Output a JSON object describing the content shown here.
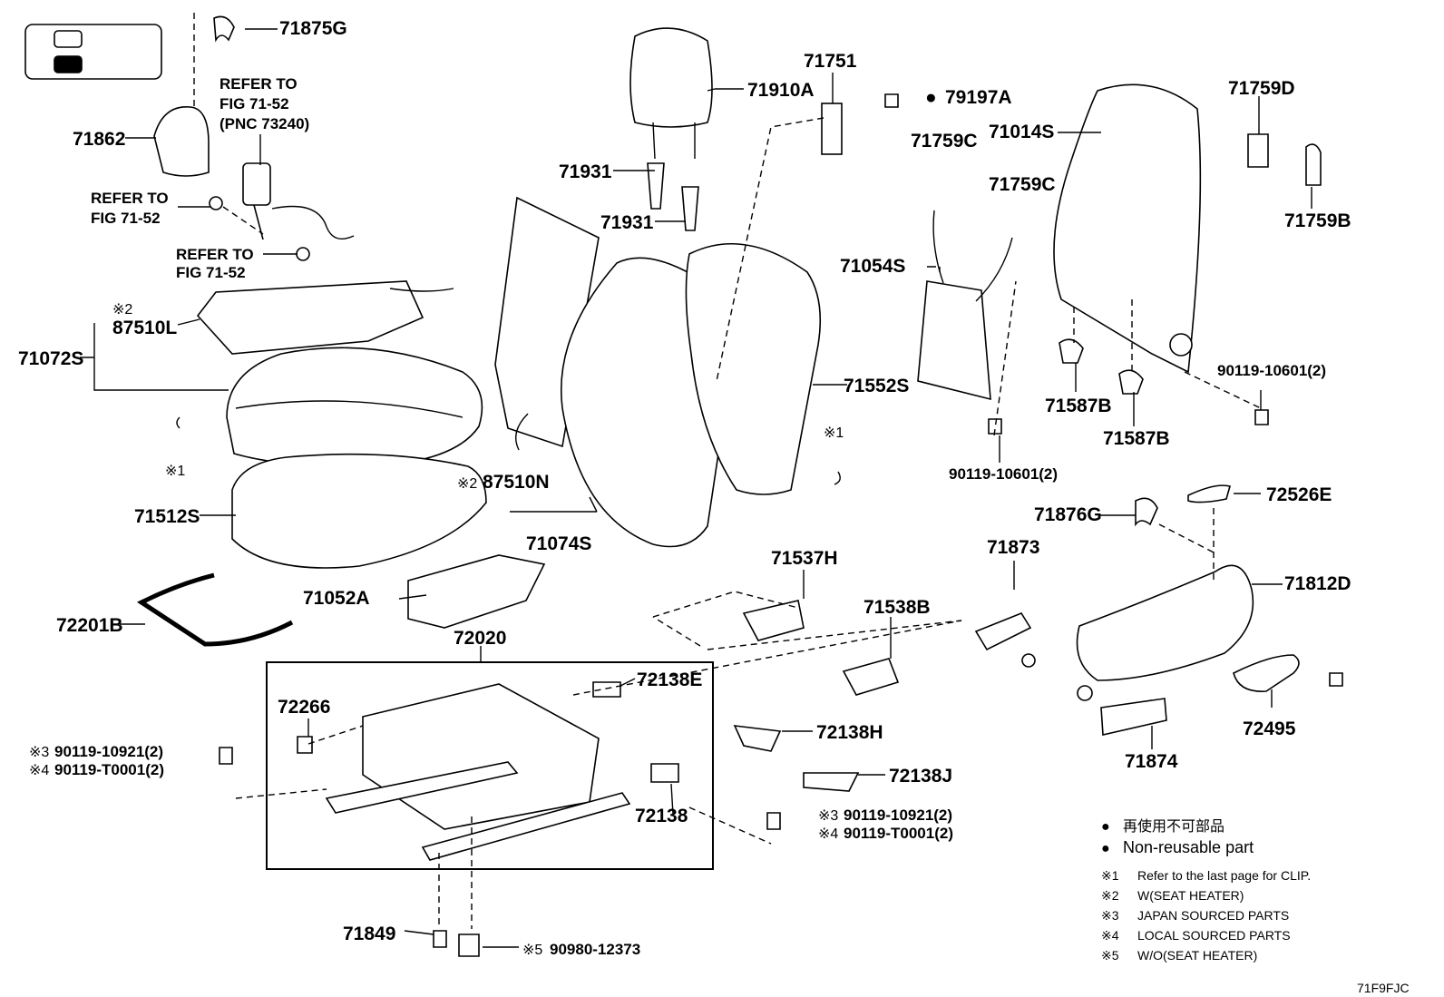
{
  "legend_box": {
    "swatches": [
      "white",
      "black"
    ]
  },
  "parts": {
    "p71875G": "71875G",
    "p71862": "71862",
    "p71910A": "71910A",
    "p71751": "71751",
    "p79197A": "79197A",
    "p71931a": "71931",
    "p71931b": "71931",
    "p71759C_a": "71759C",
    "p71759C_b": "71759C",
    "p71014S": "71014S",
    "p71759D": "71759D",
    "p71759B": "71759B",
    "p87510L": "87510L",
    "p71072S": "71072S",
    "p71054S": "71054S",
    "p71552S": "71552S",
    "p87510N": "87510N",
    "p71512S": "71512S",
    "p71074S": "71074S",
    "p71587B_a": "71587B",
    "p71587B_b": "71587B",
    "p90119_10601_a": "90119-10601(2)",
    "p90119_10601_b": "90119-10601(2)",
    "p71876G": "71876G",
    "p72526E": "72526E",
    "p71873": "71873",
    "p71812D": "71812D",
    "p71537H": "71537H",
    "p71052A": "71052A",
    "p72201B": "72201B",
    "p72020": "72020",
    "p71538B": "71538B",
    "p72138E": "72138E",
    "p72266": "72266",
    "p72138H": "72138H",
    "p72138J": "72138J",
    "p72138": "72138",
    "p72495": "72495",
    "p71874": "71874",
    "p71849": "71849",
    "p90980": "90980-12373",
    "p90119_10921_l": "90119-10921(2)",
    "p90119_T0001_l": "90119-T0001(2)",
    "p90119_10921_r": "90119-10921(2)",
    "p90119_T0001_r": "90119-T0001(2)"
  },
  "marks": {
    "m1": "※1",
    "m2": "※2",
    "m3": "※3",
    "m4": "※4",
    "m5": "※5",
    "dot": "●"
  },
  "refs": {
    "refer_belt_1": "REFER TO",
    "refer_belt_2": "FIG 71-52",
    "refer_belt_3": "(PNC 73240)",
    "refer_a_1": "REFER TO",
    "refer_a_2": "FIG 71-52",
    "refer_b_1": "REFER TO",
    "refer_b_2": "FIG 71-52"
  },
  "legend": {
    "nonreuse_jp": "再使用不可部品",
    "nonreuse_en": "Non-reusable part",
    "n1": "Refer to the last page for CLIP.",
    "n2": "W(SEAT HEATER)",
    "n3": "JAPAN SOURCED PARTS",
    "n4": "LOCAL SOURCED PARTS",
    "n5": "W/O(SEAT HEATER)"
  },
  "figure_code": "71F9FJC"
}
